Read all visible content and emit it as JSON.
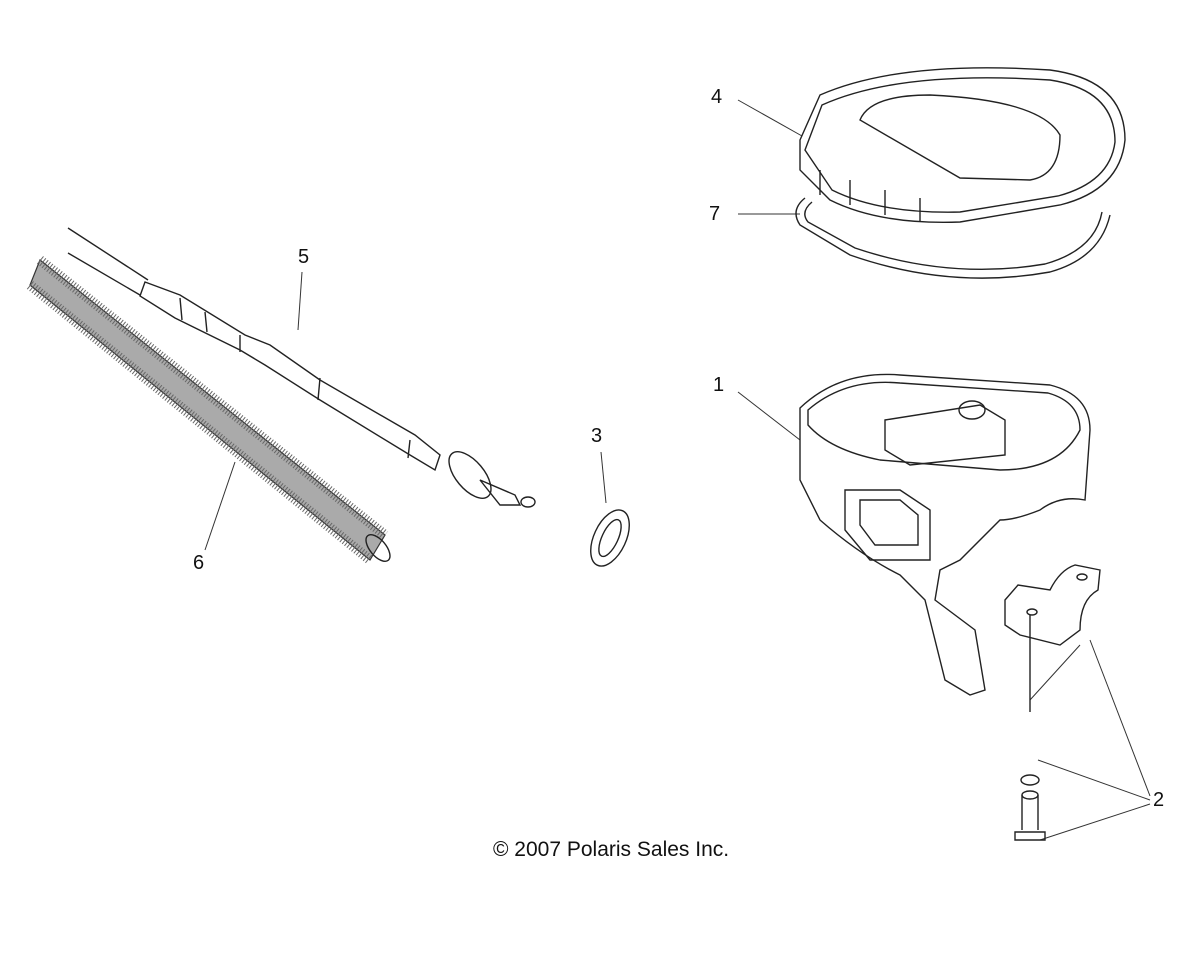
{
  "callouts": [
    {
      "number": "1",
      "part": "housing"
    },
    {
      "number": "2",
      "part": "clamp-screw-washer"
    },
    {
      "number": "3",
      "part": "washer"
    },
    {
      "number": "4",
      "part": "cover"
    },
    {
      "number": "5",
      "part": "cable"
    },
    {
      "number": "6",
      "part": "spring"
    },
    {
      "number": "7",
      "part": "gasket"
    }
  ],
  "copyright": "© 2007 Polaris Sales Inc."
}
